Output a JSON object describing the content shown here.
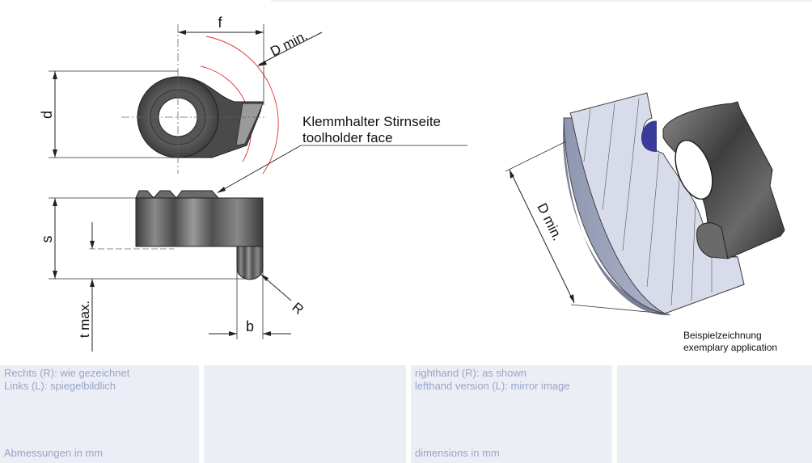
{
  "drawing": {
    "labels": {
      "f": "f",
      "d": "d",
      "s": "s",
      "t_max": "t max.",
      "b": "b",
      "R": "R",
      "D_min_top": "D min.",
      "D_min_iso": "D min."
    },
    "callout": {
      "line1": "Klemmhalter Stirnseite",
      "line2": "toolholder face"
    },
    "caption": {
      "line1": "Beispielzeichnung",
      "line2": "exemplary application"
    }
  },
  "panels": {
    "de": {
      "line1": "Rechts (R): wie gezeichnet",
      "line2": "Links (L): spiegelbildlich",
      "footer": "Abmessungen in mm"
    },
    "en": {
      "line1": "righthand (R): as shown",
      "line2": "lefthand version (L): mirror image",
      "footer": "dimensions in mm"
    }
  }
}
